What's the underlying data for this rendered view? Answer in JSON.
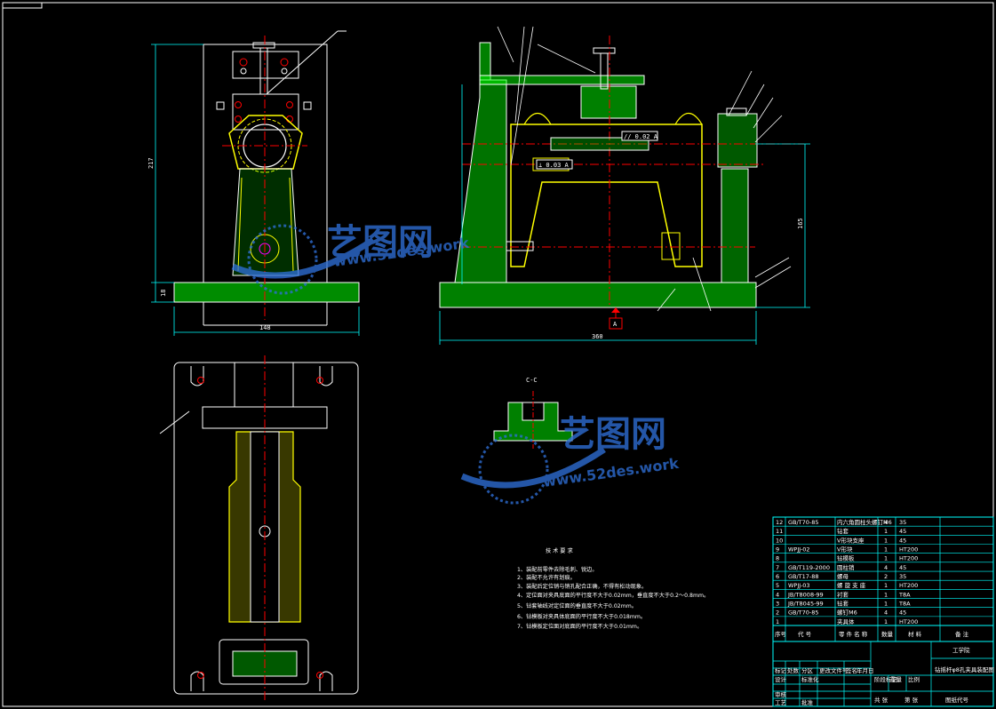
{
  "colors": {
    "background": "#000000",
    "outline": "#ffffff",
    "part_fill": "#00ff00",
    "clamp": "#ffff00",
    "centerline": "#ff0000",
    "dimension": "#00ffff",
    "watermark": "#2f6fd6"
  },
  "front_view": {
    "dim_height": "217",
    "dim_base": "18",
    "dim_width": "148"
  },
  "side_view": {
    "dim_height": "165",
    "dim_length": "360",
    "datum_label": "A",
    "tol_frame_1": "// 0.02 A",
    "tol_frame_2": "⊥ 0.03 A"
  },
  "section": {
    "label": "C-C"
  },
  "watermarks": [
    {
      "cn": "艺图网",
      "en": "www.52des.work"
    },
    {
      "cn": "艺图网",
      "en": "www.52des.work"
    }
  ],
  "requirements": {
    "title": "技 术 要 求",
    "items": [
      "1、装配前零件去除毛刺、锐边。",
      "2、装配不允许有划痕。",
      "3、装配后定位销与销孔配合正确，不得有松动现象。",
      "4、定位面对夹具底面的平行度不大于0.02mm，垂直度不大于0.2～0.8mm。",
      "5、钻套轴线对定位面的垂直度不大于0.02mm。",
      "6、钻模板对夹具体底面的平行度不大于0.018mm。",
      "7、钻模板定位面对底面的平行度不大于0.01mm。"
    ]
  },
  "parts_list": {
    "rows": [
      {
        "no": "12",
        "code": "GB/T70-85",
        "name": "内六角圆柱头螺钉M6",
        "qty": "4",
        "material": "35",
        "note": ""
      },
      {
        "no": "11",
        "code": "",
        "name": "钻套",
        "qty": "1",
        "material": "45",
        "note": ""
      },
      {
        "no": "10",
        "code": "",
        "name": "V形块支座",
        "qty": "1",
        "material": "45",
        "note": ""
      },
      {
        "no": "9",
        "code": "WPJJ-02",
        "name": "V形块",
        "qty": "1",
        "material": "HT200",
        "note": ""
      },
      {
        "no": "8",
        "code": "",
        "name": "钻模板",
        "qty": "1",
        "material": "HT200",
        "note": ""
      },
      {
        "no": "7",
        "code": "GB/T119-2000",
        "name": "圆柱销",
        "qty": "4",
        "material": "45",
        "note": ""
      },
      {
        "no": "6",
        "code": "GB/T17-88",
        "name": "螺母",
        "qty": "2",
        "material": "35",
        "note": ""
      },
      {
        "no": "5",
        "code": "WPJJ-03",
        "name": "螺 旋 支 座",
        "qty": "1",
        "material": "HT200",
        "note": ""
      },
      {
        "no": "4",
        "code": "JB/T8008-99",
        "name": "衬套",
        "qty": "1",
        "material": "T8A",
        "note": ""
      },
      {
        "no": "3",
        "code": "JB/T8045-99",
        "name": "钻套",
        "qty": "1",
        "material": "T8A",
        "note": ""
      },
      {
        "no": "2",
        "code": "GB/T70-85",
        "name": "螺钉M6",
        "qty": "4",
        "material": "45",
        "note": ""
      },
      {
        "no": "1",
        "code": "",
        "name": "夹具体",
        "qty": "1",
        "material": "HT200",
        "note": ""
      }
    ],
    "header": {
      "no": "序号",
      "code": "代 号",
      "name": "零 件 名 称",
      "qty": "数量",
      "material": "材 料",
      "note": "备 注"
    }
  },
  "title_block": {
    "drawing_title": "钻摇杆φ8孔夹具装配图",
    "school": "工学院",
    "drawing_no": "图纸代号",
    "labels": [
      "标记",
      "处数",
      "分区",
      "更改文件号",
      "签名",
      "年月日",
      "设计",
      "审核",
      "工艺",
      "标准化",
      "批准",
      "阶段标记",
      "重量",
      "比例",
      "共 张",
      "第 张"
    ]
  }
}
